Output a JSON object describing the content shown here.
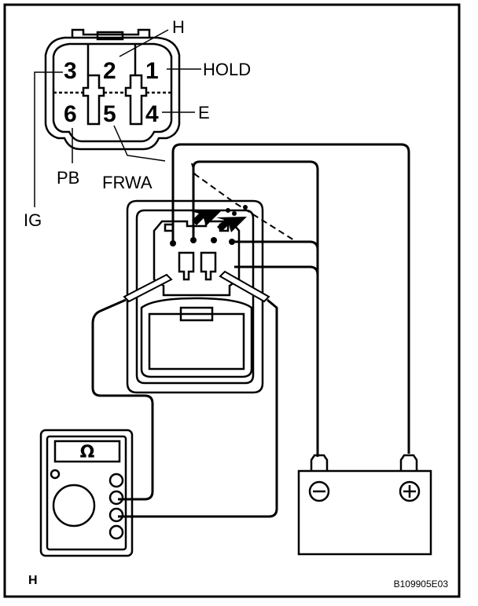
{
  "connector": {
    "pins": [
      "3",
      "2",
      "1",
      "6",
      "5",
      "4"
    ],
    "labels": {
      "h": "H",
      "hold": "HOLD",
      "e": "E",
      "pb": "PB",
      "frwa": "FRWA",
      "ig": "IG"
    }
  },
  "meter": {
    "unit_symbol": "Ω"
  },
  "battery": {
    "negative": "−",
    "positive": "+"
  },
  "footer": {
    "page_letter": "H",
    "figure_code": "B109905E03"
  }
}
